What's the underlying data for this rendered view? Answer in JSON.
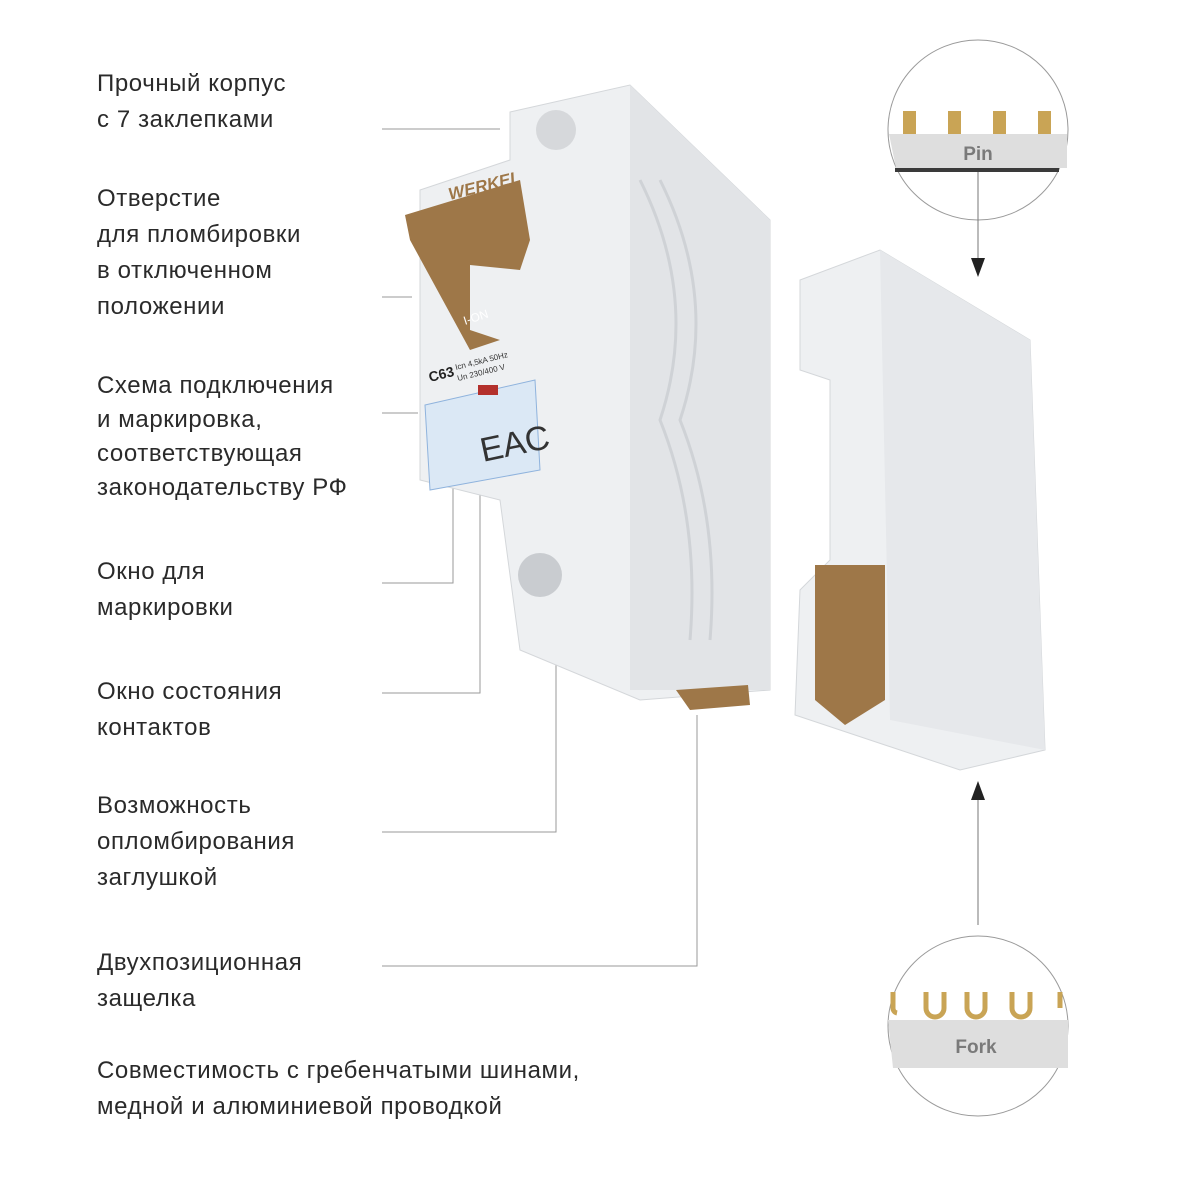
{
  "features": [
    {
      "text": "Прочный корпус\nс 7 заклепками"
    },
    {
      "text": "Отверстие\nдля пломбировки\nв отключенном\nположении"
    },
    {
      "text": "Схема подключения\nи маркировка,\nсоответствующая\nзаконодательству РФ"
    },
    {
      "text": "Окно для\nмаркировки"
    },
    {
      "text": "Окно состояния\nконтактов"
    },
    {
      "text": "Возможность\nопломбирования\nзаглушкой"
    },
    {
      "text": "Двухпозиционная\nзащелка"
    },
    {
      "text": "Совместимость с гребенчатыми шинами,\nмедной и алюминиевой проводкой"
    }
  ],
  "breaker": {
    "brand": "WERKEL",
    "handle_label": "I-ON",
    "rating": "C63",
    "spec_line1": "Icn 4,5kA 50Hz",
    "spec_line2": "Un 230/400 V",
    "cert_mark": "EAC"
  },
  "busbars": {
    "pin_label": "Pin",
    "fork_label": "Fork"
  },
  "colors": {
    "brass": "#a07a4a",
    "pin_gold": "#c9a455",
    "body": "#eceef0",
    "line": "#999999"
  }
}
